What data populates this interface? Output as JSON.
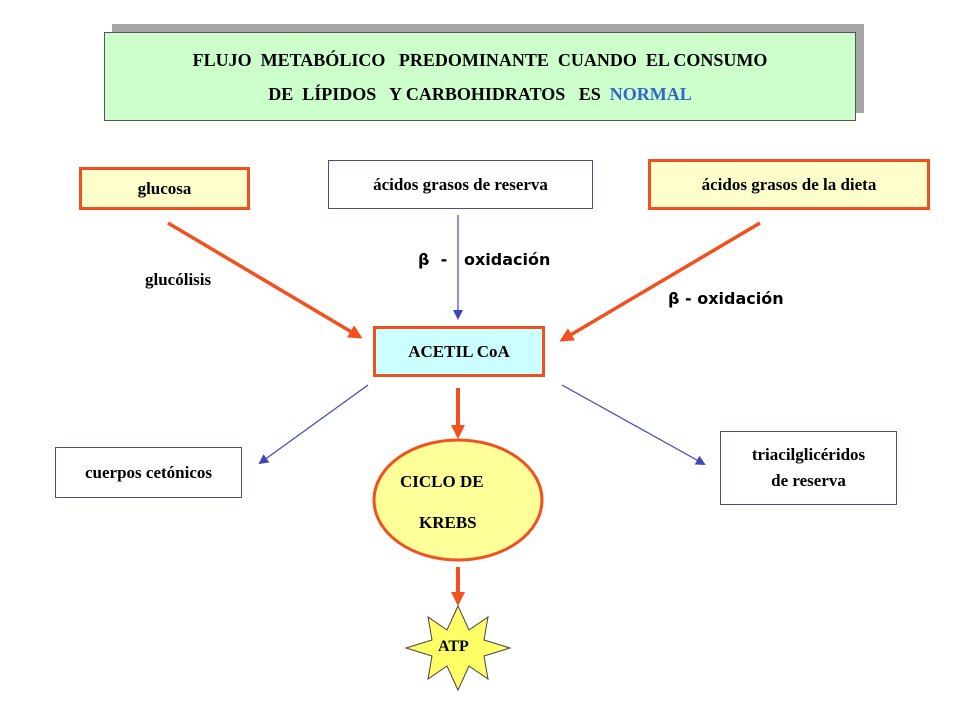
{
  "title": {
    "line1": "FLUJO  METABÓLICO   PREDOMINANTE  CUANDO  EL CONSUMO",
    "line2_prefix": "DE  LÍPIDOS   Y CARBOHIDRATOS   ES  ",
    "line2_accent": "NORMAL"
  },
  "nodes": {
    "glucosa": "glucosa",
    "acidos_reserva": "ácidos grasos de reserva",
    "acidos_dieta": "ácidos grasos de la dieta",
    "acetil_coa": "ACETIL CoA",
    "cuerpos_cetonicos": "cuerpos cetónicos",
    "triacilgliceridos_line1": "triacilglicéridos",
    "triacilgliceridos_line2": "de reserva",
    "ciclo_line1": "CICLO DE",
    "ciclo_line2": "KREBS",
    "atp": "ATP"
  },
  "labels": {
    "glucolisis": "glucólisis",
    "beta_oxidacion_center": "β  -   oxidación",
    "beta_oxidacion_right": "β - oxidación"
  },
  "colors": {
    "title_background": "#ccffcc",
    "title_shadow": "#a6a6a6",
    "title_accent": "#3366cc",
    "orange": "#f2501e",
    "yellow_fill": "#ffffcc",
    "cyan_fill": "#ccffff",
    "blue_arrow": "#3f47b8",
    "ellipse_fill": "#ffff99",
    "star_fill": "#ffff66"
  }
}
